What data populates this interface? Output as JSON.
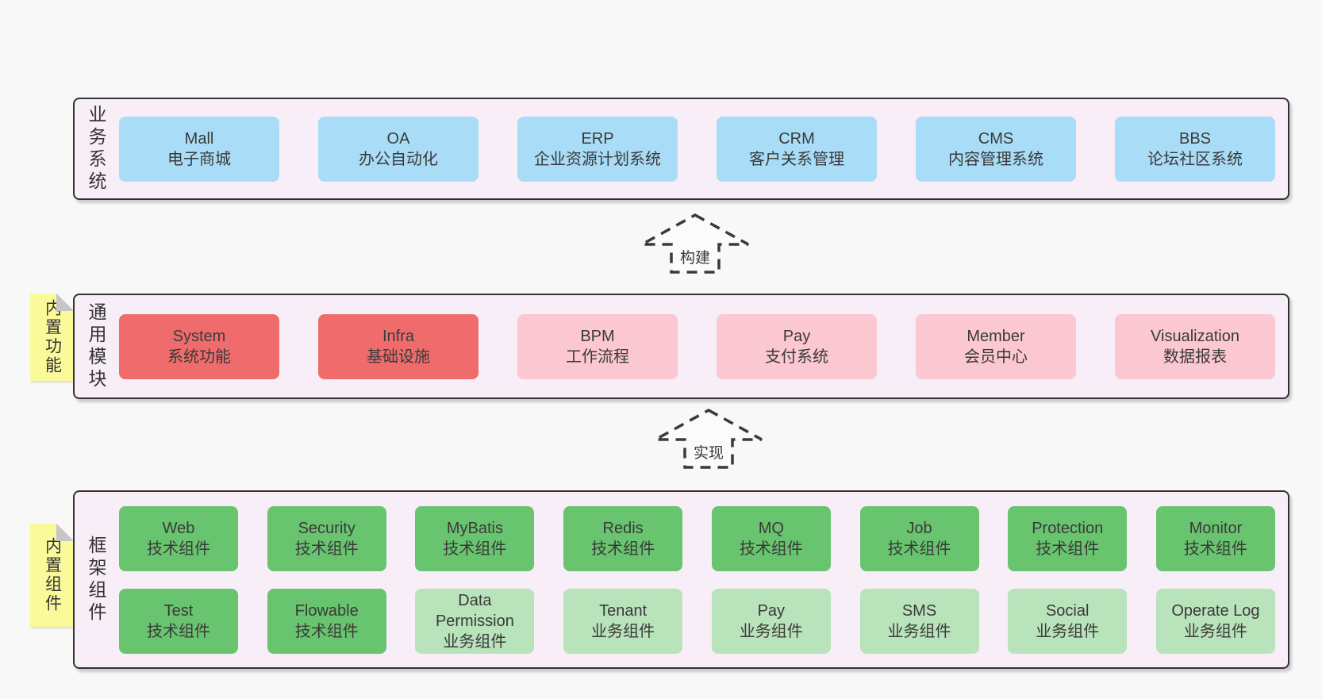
{
  "colors": {
    "blue": "#a9dcf6",
    "red": "#f06c6c",
    "pink": "#fbc7d1",
    "green": "#68c46e",
    "greenLight": "#b9e3ba",
    "panel": "#f7eef7",
    "sticky": "#fafa9b",
    "border": "#333333",
    "background": "#f8f8f8"
  },
  "sections": [
    {
      "label": "业务系统",
      "rows": [
        [
          {
            "title": "Mall",
            "subtitle": "电子商城",
            "type": "blue"
          },
          {
            "title": "OA",
            "subtitle": "办公自动化",
            "type": "blue"
          },
          {
            "title": "ERP",
            "subtitle": "企业资源计划系统",
            "type": "blue"
          },
          {
            "title": "CRM",
            "subtitle": "客户关系管理",
            "type": "blue"
          },
          {
            "title": "CMS",
            "subtitle": "内容管理系统",
            "type": "blue"
          },
          {
            "title": "BBS",
            "subtitle": "论坛社区系统",
            "type": "blue"
          }
        ]
      ]
    },
    {
      "label": "通用模块",
      "rows": [
        [
          {
            "title": "System",
            "subtitle": "系统功能",
            "type": "red"
          },
          {
            "title": "Infra",
            "subtitle": "基础设施",
            "type": "red"
          },
          {
            "title": "BPM",
            "subtitle": "工作流程",
            "type": "pink"
          },
          {
            "title": "Pay",
            "subtitle": "支付系统",
            "type": "pink"
          },
          {
            "title": "Member",
            "subtitle": "会员中心",
            "type": "pink"
          },
          {
            "title": "Visualization",
            "subtitle": "数据报表",
            "type": "pink"
          }
        ]
      ]
    },
    {
      "label": "框架组件",
      "rows": [
        [
          {
            "title": "Web",
            "subtitle": "技术组件",
            "type": "green"
          },
          {
            "title": "Security",
            "subtitle": "技术组件",
            "type": "green"
          },
          {
            "title": "MyBatis",
            "subtitle": "技术组件",
            "type": "green"
          },
          {
            "title": "Redis",
            "subtitle": "技术组件",
            "type": "green"
          },
          {
            "title": "MQ",
            "subtitle": "技术组件",
            "type": "green"
          },
          {
            "title": "Job",
            "subtitle": "技术组件",
            "type": "green"
          },
          {
            "title": "Protection",
            "subtitle": "技术组件",
            "type": "green"
          },
          {
            "title": "Monitor",
            "subtitle": "技术组件",
            "type": "green"
          }
        ],
        [
          {
            "title": "Test",
            "subtitle": "技术组件",
            "type": "green"
          },
          {
            "title": "Flowable",
            "subtitle": "技术组件",
            "type": "green"
          },
          {
            "title": "Data Permission",
            "subtitle": "业务组件",
            "type": "greenLight"
          },
          {
            "title": "Tenant",
            "subtitle": "业务组件",
            "type": "greenLight"
          },
          {
            "title": "Pay",
            "subtitle": "业务组件",
            "type": "greenLight"
          },
          {
            "title": "SMS",
            "subtitle": "业务组件",
            "type": "greenLight"
          },
          {
            "title": "Social",
            "subtitle": "业务组件",
            "type": "greenLight"
          },
          {
            "title": "Operate Log",
            "subtitle": "业务组件",
            "type": "greenLight"
          }
        ]
      ]
    }
  ],
  "stickies": [
    {
      "text": "内置功能"
    },
    {
      "text": "内置组件"
    }
  ],
  "arrows": [
    {
      "label": "构建"
    },
    {
      "label": "实现"
    }
  ]
}
